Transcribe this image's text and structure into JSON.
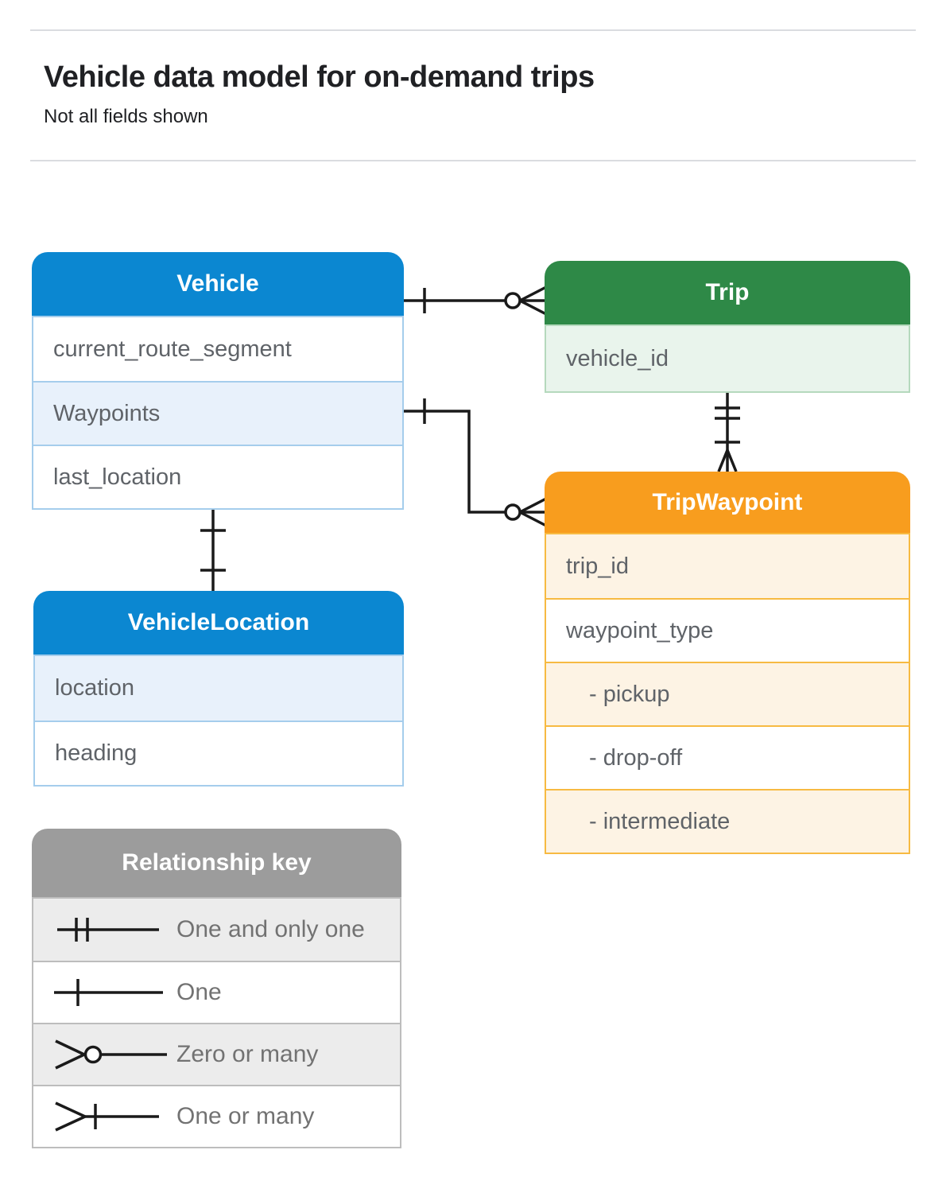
{
  "header": {
    "title": "Vehicle data model for on-demand trips",
    "subtitle": "Not all fields shown"
  },
  "entities": {
    "vehicle": {
      "title": "Vehicle",
      "fields": [
        "current_route_segment",
        "Waypoints",
        "last_location"
      ]
    },
    "trip": {
      "title": "Trip",
      "fields": [
        "vehicle_id"
      ]
    },
    "tripWaypoint": {
      "title": "TripWaypoint",
      "fields": [
        "trip_id",
        "waypoint_type",
        "- pickup",
        "- drop-off",
        "- intermediate"
      ]
    },
    "vehicleLocation": {
      "title": "VehicleLocation",
      "fields": [
        "location",
        "heading"
      ]
    }
  },
  "relationships": [
    {
      "from": "Vehicle",
      "to": "Trip",
      "from_cardinality": "one",
      "to_cardinality": "zero-or-many"
    },
    {
      "from": "Vehicle.Waypoints",
      "to": "TripWaypoint",
      "from_cardinality": "one",
      "to_cardinality": "zero-or-many"
    },
    {
      "from": "Trip",
      "to": "TripWaypoint",
      "from_cardinality": "one-and-only-one",
      "to_cardinality": "one-or-many"
    },
    {
      "from": "Vehicle",
      "to": "VehicleLocation",
      "from_cardinality": "one",
      "to_cardinality": "one"
    }
  ],
  "legend": {
    "title": "Relationship key",
    "items": [
      {
        "symbol": "one-and-only-one",
        "label": "One and only one"
      },
      {
        "symbol": "one",
        "label": "One"
      },
      {
        "symbol": "zero-or-many",
        "label": "Zero or many"
      },
      {
        "symbol": "one-or-many",
        "label": "One or many"
      }
    ]
  },
  "colors": {
    "blue": "#0b87d1",
    "blue_light": "#e8f1fb",
    "blue_border": "#a5cdec",
    "green": "#2e8947",
    "green_light": "#e9f4ec",
    "green_border": "#b5d9bd",
    "orange": "#f89d1e",
    "orange_light": "#fdf3e4",
    "orange_border": "#f7ba42",
    "gray": "#9c9c9c",
    "gray_light": "#ececec",
    "gray_border": "#bdbdbd",
    "field_text": "#5f6368",
    "legend_text": "#727272",
    "line": "#1a1a1a",
    "divider": "#dadce0"
  }
}
